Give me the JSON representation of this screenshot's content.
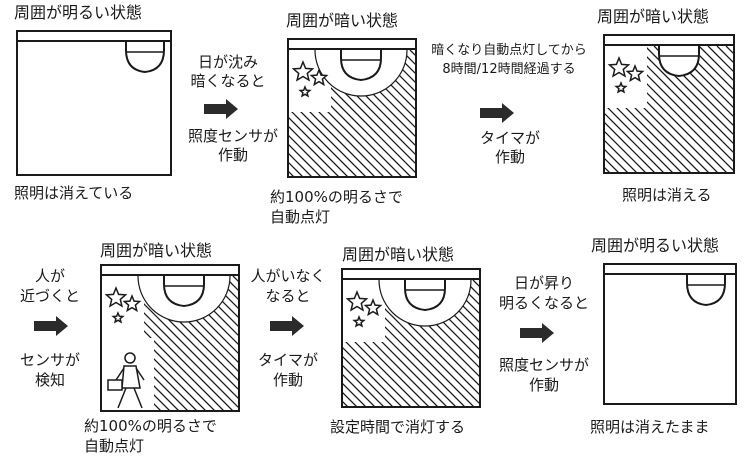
{
  "panels": [
    {
      "state": "周囲が明るい状態",
      "caption": [
        "照明は消えている"
      ],
      "lit": false,
      "stars": false,
      "person": false,
      "glow": false
    },
    {
      "state": "周囲が暗い状態",
      "caption": [
        "約100%の明るさで",
        "自動点灯"
      ],
      "lit": true,
      "stars": true,
      "person": false,
      "glow": true
    },
    {
      "state": "周囲が暗い状態",
      "caption": [
        "照明は消える"
      ],
      "lit": false,
      "stars": true,
      "person": false,
      "glow": false
    },
    {
      "state": "周囲が暗い状態",
      "caption": [
        "約100%の明るさで",
        "自動点灯"
      ],
      "lit": true,
      "stars": true,
      "person": true,
      "glow": true
    },
    {
      "state": "周囲が暗い状態",
      "caption": [
        "設定時間で消灯する"
      ],
      "lit": true,
      "stars": true,
      "person": false,
      "glow": true
    },
    {
      "state": "周囲が明るい状態",
      "caption": [
        "照明は消えたまま"
      ],
      "lit": false,
      "stars": false,
      "person": false,
      "glow": false
    }
  ],
  "transitions": [
    {
      "above": [
        "日が沈み",
        "暗くなると"
      ],
      "below": [
        "照度センサが",
        "作動"
      ]
    },
    {
      "above": [
        "暗くなり自動点灯してから",
        "8時間/12時間経過する"
      ],
      "below": [
        "タイマが",
        "作動"
      ]
    },
    {
      "above": [
        "人が",
        "近づくと"
      ],
      "below": [
        "センサが",
        "検知"
      ]
    },
    {
      "above": [
        "人がいなく",
        "なると"
      ],
      "below": [
        "タイマが",
        "作動"
      ]
    },
    {
      "above": [
        "日が昇り",
        "明るくなると"
      ],
      "below": [
        "照度センサが",
        "作動"
      ]
    }
  ],
  "colors": {
    "ink": "#1a1a1a",
    "arrow_fill": "#2b2b2b",
    "hatch": "#1a1a1a"
  },
  "icons": [
    "ceiling-lamp-icon",
    "stars-icon",
    "walking-person-icon",
    "right-arrow-icon"
  ]
}
